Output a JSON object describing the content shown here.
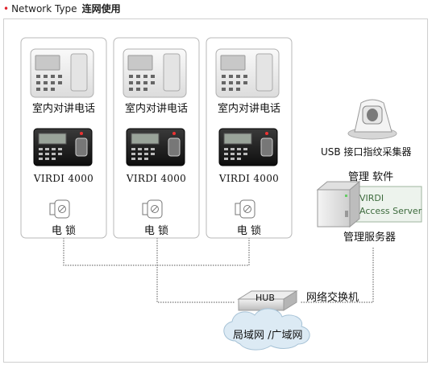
{
  "header": {
    "title_en": "Network Type",
    "title_zh": "连网使用"
  },
  "devices": [
    {
      "intercom_label": "室内对讲电话",
      "terminal_label": "VIRDI 4000",
      "lock_label": "电 锁"
    },
    {
      "intercom_label": "室内对讲电话",
      "terminal_label": "VIRDI 4000",
      "lock_label": "电 锁"
    },
    {
      "intercom_label": "室内对讲电话",
      "terminal_label": "VIRDI 4000",
      "lock_label": "电 锁"
    }
  ],
  "usb_reader_label": "USB 接口指纹采集器",
  "software_label": "管理 软件",
  "server": {
    "brand": "VIRDI",
    "product": "Access Server",
    "label": "管理服务器"
  },
  "hub": {
    "label": "HUB",
    "caption": "网络交换机"
  },
  "network_label": "局域网 /广域网",
  "colors": {
    "accent_dot": "#e0202a",
    "connector": "#555555",
    "panel_border": "#b8b8b8"
  }
}
